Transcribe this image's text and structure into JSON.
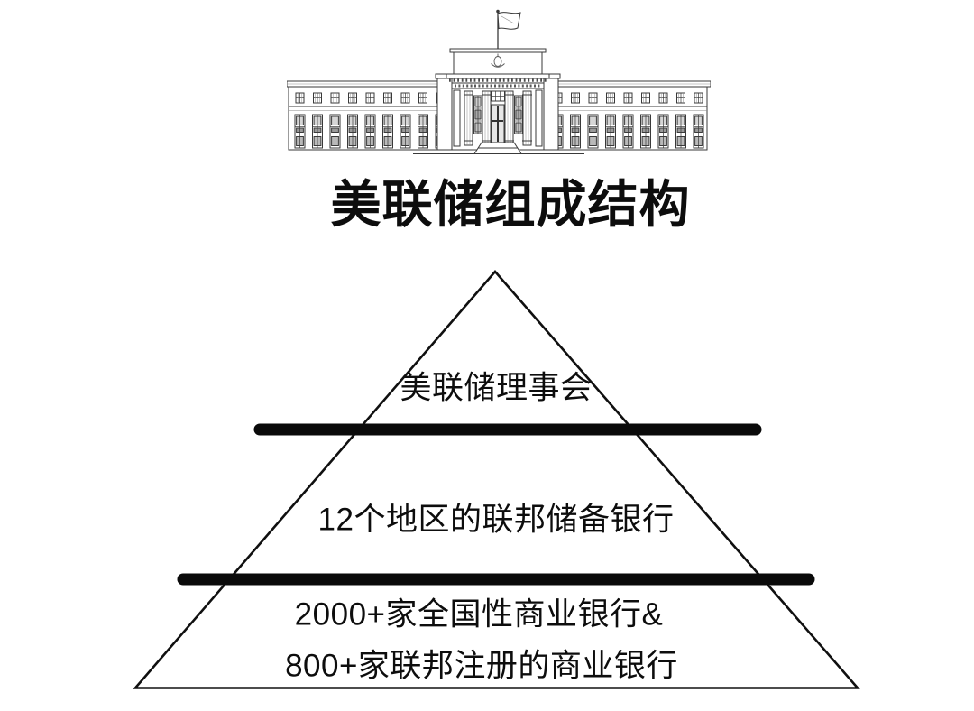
{
  "page": {
    "background_color": "#ffffff",
    "text_color": "#0d0d0d"
  },
  "header": {
    "building_illustration": "federal-reserve-building-line-drawing",
    "flag_icon": "flag-on-pole",
    "title": "美联储组成结构"
  },
  "pyramid": {
    "type": "pyramid-diagram",
    "outline_color": "#101010",
    "divider_color": "#0a0a0a",
    "tiers": [
      {
        "level": 1,
        "label": "美联储理事会"
      },
      {
        "level": 2,
        "label": "12个地区的联邦储备银行"
      },
      {
        "level": 3,
        "label_line1": "2000+家全国性商业银行&",
        "label_line2": "800+家联邦注册的商业银行"
      }
    ]
  }
}
